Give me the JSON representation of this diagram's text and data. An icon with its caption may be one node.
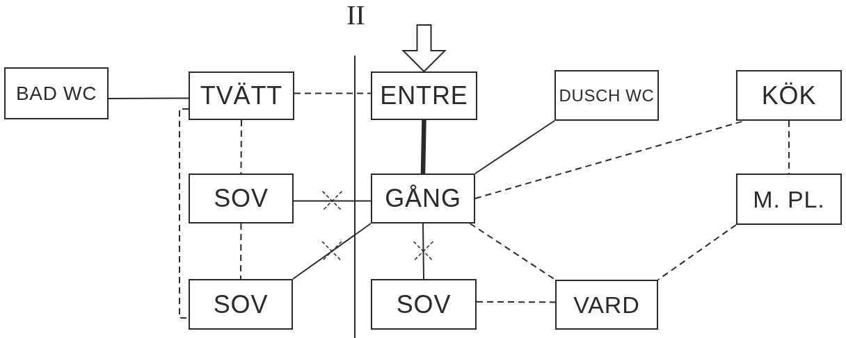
{
  "diagram": {
    "nodes": [
      {
        "text": [
          "BAD WC"
        ]
      },
      {
        "text": [
          "TVÄTT"
        ]
      },
      {
        "text": [
          "ENTRE"
        ]
      },
      {
        "text": [
          "DUSCH WC"
        ]
      },
      {
        "text": [
          "KÖK"
        ]
      },
      {
        "text": [
          "SOV"
        ]
      },
      {
        "text": [
          "GÅNG"
        ]
      },
      {
        "text": [
          "M. PL."
        ]
      },
      {
        "text": [
          "SOV"
        ]
      },
      {
        "text": [
          "SOV"
        ]
      },
      {
        "text": [
          "VARD"
        ]
      }
    ],
    "edges": [
      {
        "from": 0,
        "to": 1,
        "arrow": "none"
      },
      {
        "from": 1,
        "to": 2,
        "arrow": "none",
        "style": "dashed"
      },
      {
        "from": 1,
        "to": 5,
        "arrow": "none",
        "style": "dashed"
      },
      {
        "from": 1,
        "to": 8,
        "arrow": "none",
        "style": "dashed"
      },
      {
        "from": 2,
        "to": 6,
        "arrow": "none",
        "style": "thick"
      },
      {
        "from": 5,
        "to": 6,
        "arrow": "none"
      },
      {
        "from": 5,
        "to": 8,
        "arrow": "none",
        "style": "dashed"
      },
      {
        "from": 8,
        "to": 6,
        "arrow": "none"
      },
      {
        "from": 6,
        "to": 3,
        "arrow": "none"
      },
      {
        "from": 6,
        "to": 4,
        "arrow": "none",
        "style": "dashed"
      },
      {
        "from": 6,
        "to": 9,
        "arrow": "none"
      },
      {
        "from": 6,
        "to": 10,
        "arrow": "none",
        "style": "dashed"
      },
      {
        "from": 4,
        "to": 7,
        "arrow": "none",
        "style": "dashed"
      },
      {
        "from": 7,
        "to": 10,
        "arrow": "none",
        "style": "dashed"
      },
      {
        "from": 9,
        "to": 10,
        "arrow": "none",
        "style": "dashed"
      },
      {
        "from": null,
        "to": 2,
        "arrow": "to"
      }
    ],
    "labels": [
      "II"
    ]
  }
}
